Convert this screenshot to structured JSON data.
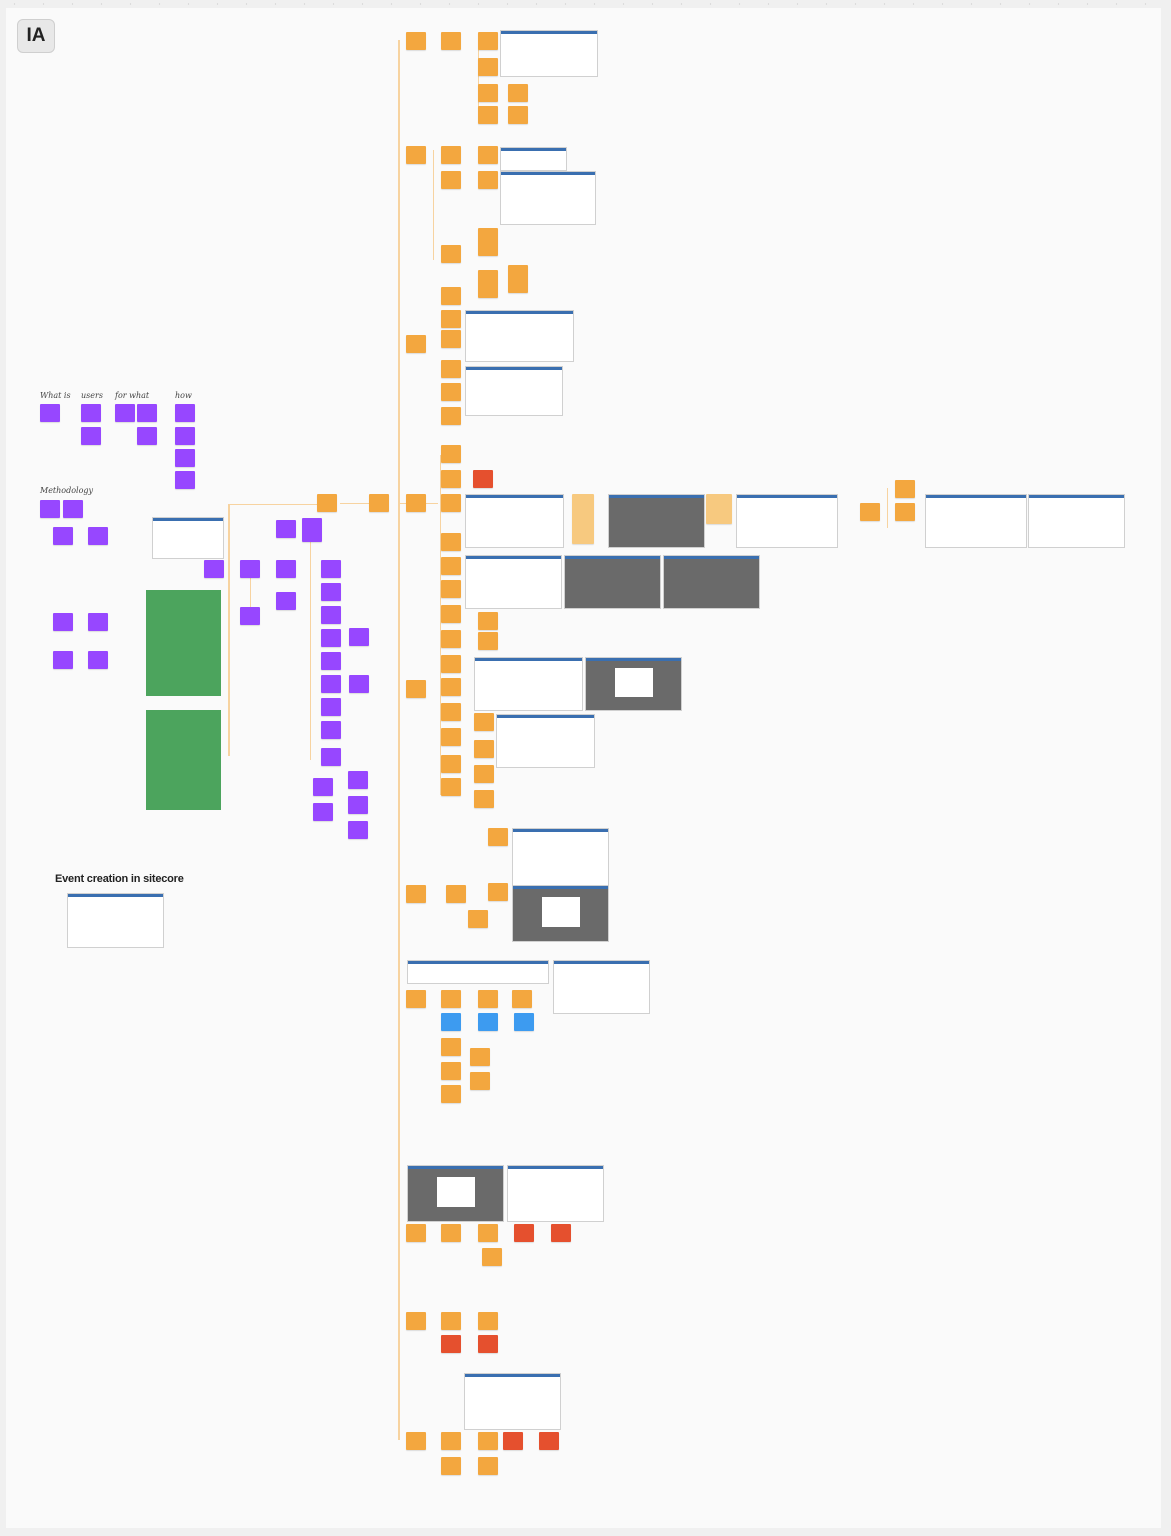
{
  "board": {
    "title": "IA",
    "sections": {
      "what_is": "What is",
      "users": "users",
      "for_what": "for what",
      "how": "how",
      "methodology": "Methodology",
      "event_creation": "Event creation in sitecore"
    }
  },
  "colors": {
    "orange": "#f3a73f",
    "purple": "#9747ff",
    "red": "#e5502e",
    "blue": "#3d9bf0",
    "green": "#4ca45d",
    "connector": "#f7d3a0"
  }
}
